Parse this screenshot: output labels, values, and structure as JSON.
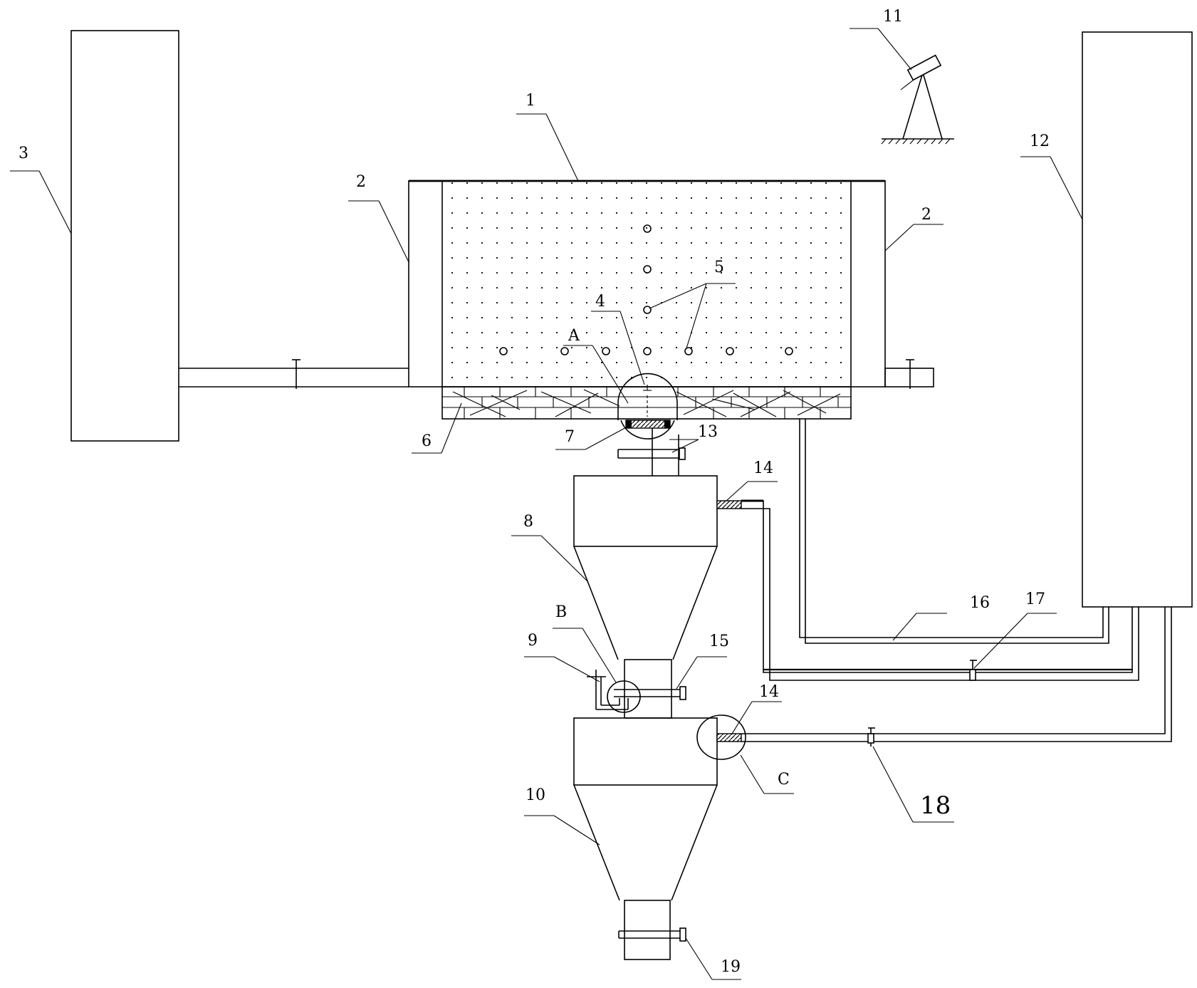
{
  "labels": {
    "l1": "1",
    "l2a": "2",
    "l2b": "2",
    "l3": "3",
    "l4": "4",
    "l5": "5",
    "l6": "6",
    "l7": "7",
    "l8": "8",
    "l9": "9",
    "l10": "10",
    "l11": "11",
    "l12": "12",
    "l13": "13",
    "l14a": "14",
    "l14b": "14",
    "l15": "15",
    "l16": "16",
    "l17": "17",
    "l18": "18",
    "l19": "19",
    "lA": "A",
    "lB": "B",
    "lC": "C"
  }
}
